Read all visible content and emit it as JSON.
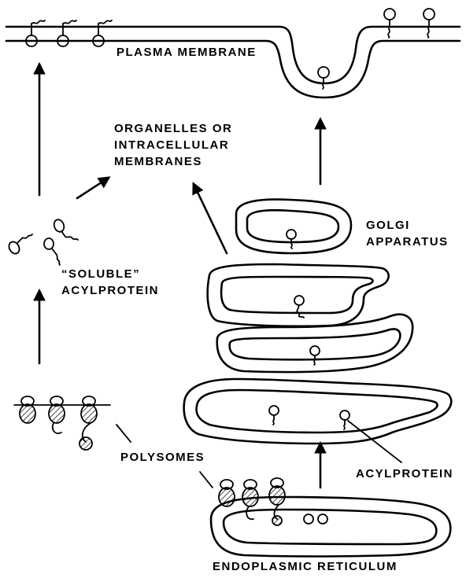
{
  "colors": {
    "ink": "#000000",
    "background": "#ffffff"
  },
  "labels": {
    "plasma_membrane": "PLASMA MEMBRANE",
    "organelles_line1": "ORGANELLES OR",
    "organelles_line2": "INTRACELLULAR",
    "organelles_line3": "MEMBRANES",
    "golgi_line1": "GOLGI",
    "golgi_line2": "APPARATUS",
    "soluble_line1": "“SOLUBLE”",
    "soluble_line2": "ACYLPROTEIN",
    "polysomes": "POLYSOMES",
    "acylprotein": "ACYLPROTEIN",
    "endoplasmic_reticulum": "ENDOPLASMIC RETICULUM"
  }
}
